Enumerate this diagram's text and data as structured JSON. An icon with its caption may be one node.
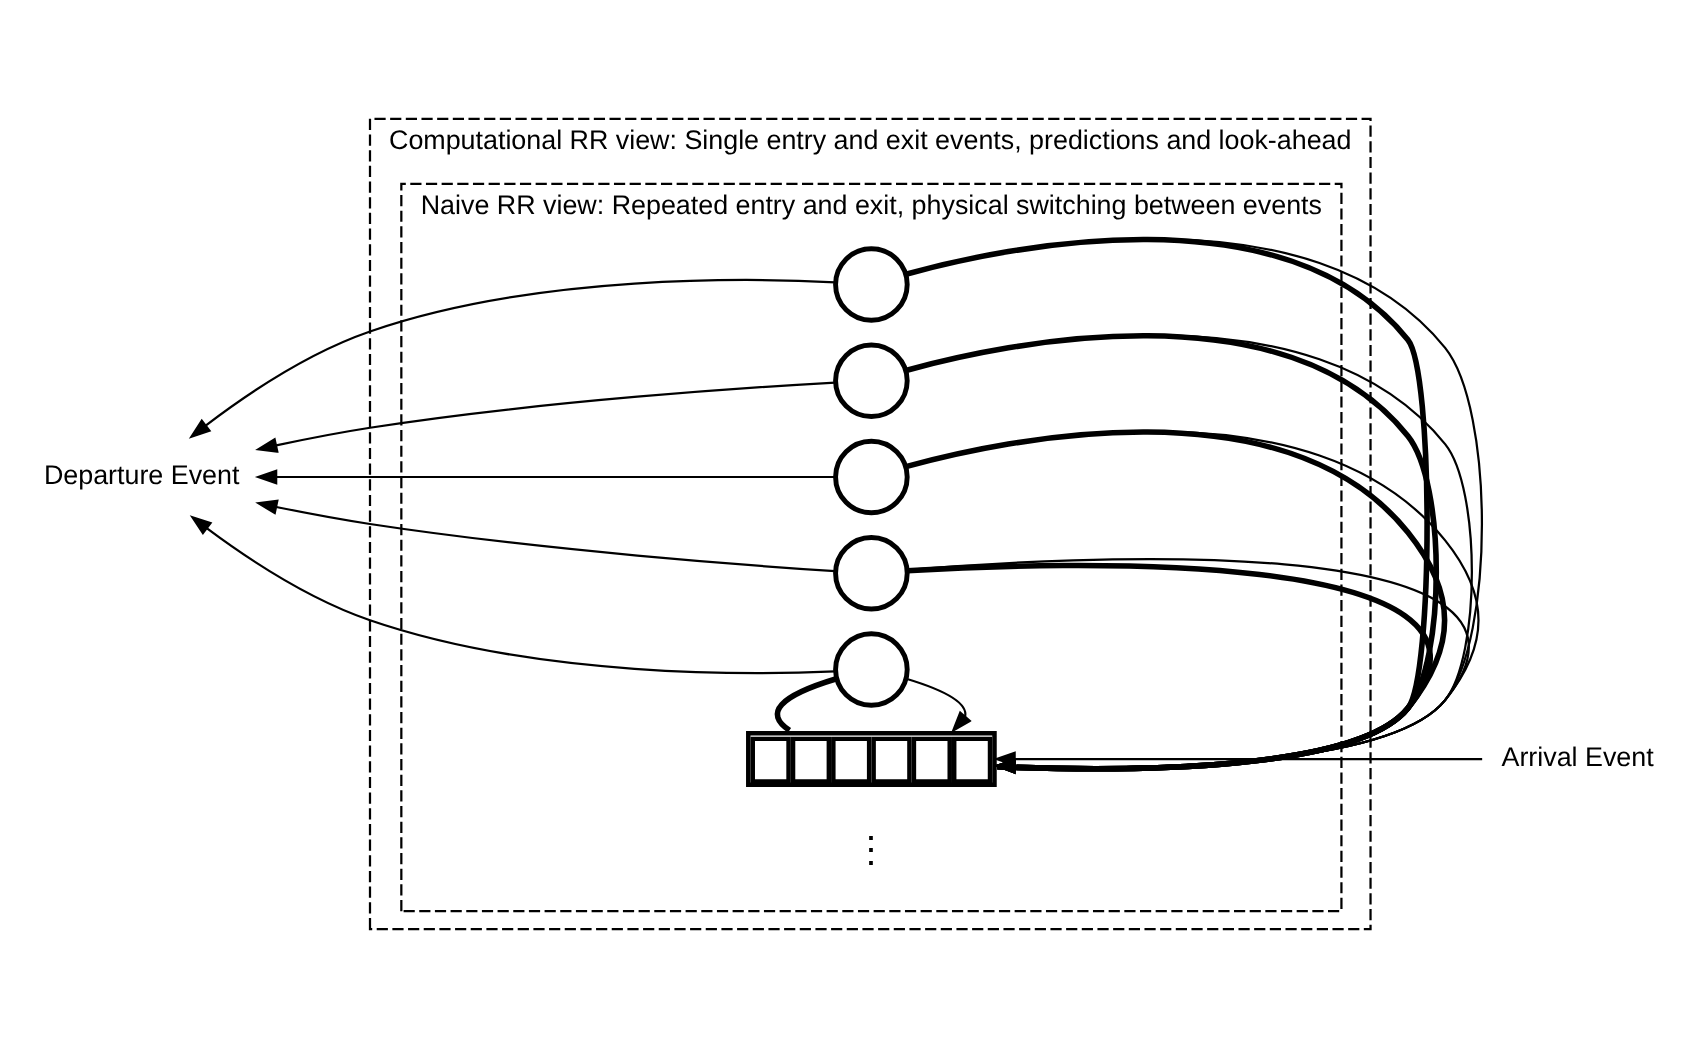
{
  "diagram": {
    "nodes": [
      {
        "text": [
          "Computational RR view: Single entry and exit events, predictions and look-ahead"
        ]
      },
      {
        "text": [
          "Naive RR view: Repeated entry and exit, physical switching between events"
        ],
        "in": 0
      },
      {
        "text": [],
        "shape": "circle",
        "in": 1
      },
      {
        "text": [],
        "shape": "circle",
        "in": 1
      },
      {
        "text": [],
        "shape": "circle",
        "in": 1
      },
      {
        "text": [],
        "shape": "circle",
        "in": 1
      },
      {
        "text": [],
        "shape": "circle",
        "in": 1
      },
      {
        "text": [],
        "shape": "box",
        "in": 1
      },
      {
        "text": [
          "Departure Event"
        ]
      },
      {
        "text": [
          "Arrival Event"
        ]
      }
    ],
    "edges": [
      {
        "from": 7,
        "to": 2,
        "arrow": "none",
        "style": "thick"
      },
      {
        "from": 7,
        "to": 3,
        "arrow": "none",
        "style": "thick"
      },
      {
        "from": 7,
        "to": 4,
        "arrow": "none",
        "style": "thick"
      },
      {
        "from": 7,
        "to": 5,
        "arrow": "none",
        "style": "thick"
      },
      {
        "from": 7,
        "to": 6,
        "arrow": "none",
        "style": "thick"
      },
      {
        "from": 2,
        "to": 8,
        "arrow": "to"
      },
      {
        "from": 3,
        "to": 8,
        "arrow": "to"
      },
      {
        "from": 4,
        "to": 8,
        "arrow": "to"
      },
      {
        "from": 5,
        "to": 8,
        "arrow": "to"
      },
      {
        "from": 6,
        "to": 8,
        "arrow": "to"
      },
      {
        "from": 9,
        "to": 7,
        "arrow": "to"
      },
      {
        "from": 2,
        "to": 7,
        "arrow": "to"
      },
      {
        "from": 3,
        "to": 7,
        "arrow": "to"
      },
      {
        "from": 4,
        "to": 7,
        "arrow": "to"
      },
      {
        "from": 5,
        "to": 7,
        "arrow": "to"
      },
      {
        "from": 6,
        "to": 7,
        "arrow": "to"
      }
    ],
    "labels": [
      "⋮"
    ]
  }
}
